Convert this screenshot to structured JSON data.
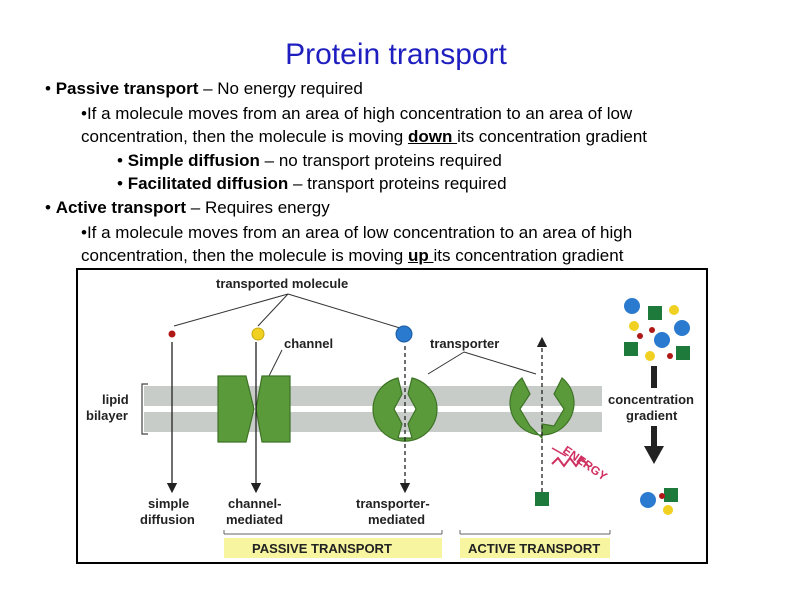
{
  "title": "Protein transport",
  "bullets": {
    "passive": {
      "marker": "•",
      "term": "Passive transport",
      "rest": " – No energy required",
      "sub_line1": "•If a molecule moves from an area of high concentration to an area of low",
      "sub_line2_pre": "concentration, then the molecule is moving ",
      "sub_line2_u": "down ",
      "sub_line2_post": "its concentration gradient",
      "simple_term": "Simple diffusion",
      "simple_rest": " – no transport proteins required",
      "facilitated_term": "Facilitated diffusion",
      "facilitated_rest": " – transport proteins required"
    },
    "active": {
      "marker": "•",
      "term": "Active transport",
      "rest": " – Requires energy",
      "sub_line1": "•If a molecule moves from an area of low concentration to an area of high",
      "sub_line2_pre": "concentration, then the molecule is moving ",
      "sub_line2_u": "up ",
      "sub_line2_post": "its concentration gradient"
    },
    "sub_marker": "•"
  },
  "figure": {
    "transported_molecule": "transported molecule",
    "channel": "channel",
    "transporter": "transporter",
    "lipid": "lipid",
    "bilayer": "bilayer",
    "concentration": "concentration",
    "gradient": "gradient",
    "simple": "simple",
    "diffusion": "diffusion",
    "channel_label": "channel-",
    "mediated": "mediated",
    "transporter_label": "transporter-",
    "transporter_mediated": "mediated",
    "energy": "ENERGY",
    "passive_transport": "PASSIVE TRANSPORT",
    "active_transport": "ACTIVE TRANSPORT",
    "colors": {
      "membrane": "#c8ccc8",
      "protein": "#5a9a3a",
      "protein_dark": "#3d7326",
      "label_bar": "#f7f5a0",
      "ion_red": "#b01818",
      "ion_yellow": "#f0d020",
      "ion_blue": "#2a7ad0",
      "ion_green": "#1e7a3a",
      "energy": "#d03060"
    }
  }
}
